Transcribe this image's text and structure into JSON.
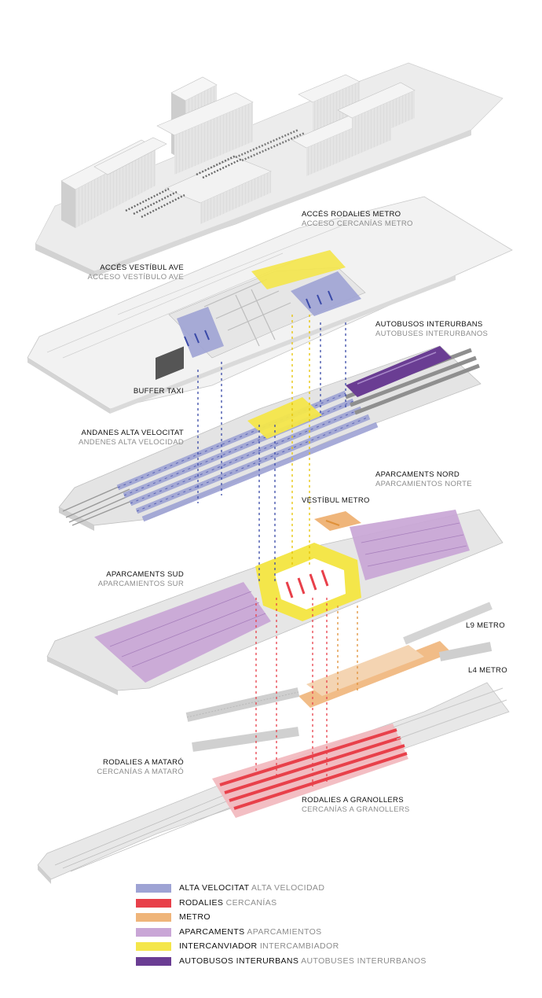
{
  "labels": {
    "acces_rodalies": {
      "ca": "ACCÉS RODALIES METRO",
      "es": "ACCESO CERCANÍAS METRO"
    },
    "acces_ave": {
      "ca": "ACCÉS VESTÍBUL AVE",
      "es": "ACCESO VESTÍBULO AVE"
    },
    "autobusos": {
      "ca": "AUTOBUSOS INTERURBANS",
      "es": "AUTOBUSES INTERURBANOS"
    },
    "buffer_taxi": {
      "ca": "BUFFER TAXI"
    },
    "andanes_av": {
      "ca": "ANDANES ALTA VELOCITAT",
      "es": "ANDENES ALTA VELOCIDAD"
    },
    "aparcaments_nord": {
      "ca": "APARCAMENTS NORD",
      "es": "APARCAMIENTOS NORTE"
    },
    "vestibul_metro": {
      "ca": "VESTÍBUL METRO"
    },
    "aparcaments_sud": {
      "ca": "APARCAMENTS SUD",
      "es": "APARCAMIENTOS SUR"
    },
    "l9_metro": {
      "ca": "L9 METRO"
    },
    "l4_metro": {
      "ca": "L4 METRO"
    },
    "rodalies_mataro": {
      "ca": "RODALIES A MATARÓ",
      "es": "CERCANÍAS A MATARÓ"
    },
    "rodalies_granollers": {
      "ca": "RODALIES A GRANOLLERS",
      "es": "CERCANÍAS A GRANOLLERS"
    }
  },
  "legend": [
    {
      "ca": "ALTA VELOCITAT",
      "es": "ALTA VELOCIDAD",
      "color": "#9ea3d4"
    },
    {
      "ca": "RODALIES",
      "es": "CERCANÍAS",
      "color": "#e8404a"
    },
    {
      "ca": "METRO",
      "es": "",
      "color": "#efb57a"
    },
    {
      "ca": "APARCAMENTS",
      "es": "APARCAMIENTOS",
      "color": "#c9a6d6"
    },
    {
      "ca": "INTERCANVIADOR",
      "es": "INTERCAMBIADOR",
      "color": "#f4e64a"
    },
    {
      "ca": "AUTOBUSOS INTERURBANS",
      "es": "AUTOBUSES INTERURBANOS",
      "color": "#6a3d93"
    }
  ]
}
